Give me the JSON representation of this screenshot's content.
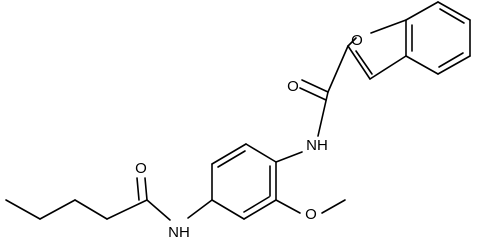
{
  "molecule": {
    "atoms": {
      "O_furan": "O",
      "O_amide1": "O",
      "NH_amide1": "NH",
      "O_amide2": "O",
      "NH_amide2": "NH",
      "O_methoxy": "O"
    }
  },
  "colors": {
    "bond": "#000000",
    "text": "#000000",
    "background": "#ffffff"
  }
}
